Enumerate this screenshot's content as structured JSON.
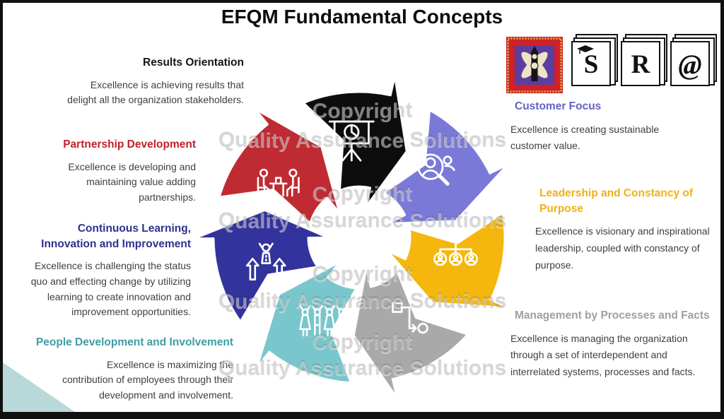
{
  "title": "EFQM Fundamental Concepts",
  "watermark": {
    "copyright": "Copyright",
    "company": "Quality Assurance Solutions"
  },
  "logo": {
    "emblem": "quality-assurance-solutions-emblem",
    "cards": [
      "S",
      "R",
      "@"
    ]
  },
  "concepts_left": [
    {
      "id": "results-orientation",
      "heading": "Results Orientation",
      "color": "#151515",
      "body": "Excellence is achieving results that delight all the organization stakeholders."
    },
    {
      "id": "partnership-development",
      "heading": "Partnership Development",
      "color": "#c0212b",
      "body": "Excellence is developing and maintaining value adding partnerships."
    },
    {
      "id": "continuous-learning",
      "heading": "Continuous Learning, Innovation and Improvement",
      "color": "#2e3192",
      "body": "Excellence is challenging the status quo and effecting change by utilizing learning to create innovation and improvement opportunities."
    },
    {
      "id": "people-development",
      "heading": "People Development and Involvement",
      "color": "#3f9da4",
      "body": "Excellence is maximizing the contribution of employees through their development and involvement."
    }
  ],
  "concepts_right": [
    {
      "id": "customer-focus",
      "heading": "Customer Focus",
      "color": "#6562c4",
      "body": "Excellence is creating sustainable customer value."
    },
    {
      "id": "leadership-constancy",
      "heading": "Leadership and Constancy of Purpose",
      "color": "#f0b214",
      "body": "Excellence is visionary and inspirational leadership, coupled with constancy of purpose."
    },
    {
      "id": "management-processes",
      "heading": "Management by Processes and Facts",
      "color": "#a0a0a0",
      "body": "Excellence is managing the organization through a set of interdependent and interrelated systems, processes and facts."
    }
  ],
  "wheel": {
    "flow": "clockwise",
    "segments": [
      {
        "id": "results-orientation",
        "label": "Results Orientation",
        "color": "#0d0d0d",
        "icon": "presentation-chart-icon"
      },
      {
        "id": "customer-focus",
        "label": "Customer Focus",
        "color": "#7b79d8",
        "icon": "customer-search-icon"
      },
      {
        "id": "leadership-constancy",
        "label": "Leadership and Constancy of Purpose",
        "color": "#f5b70d",
        "icon": "org-chart-icon"
      },
      {
        "id": "management-processes",
        "label": "Management by Processes and Facts",
        "color": "#a9a9a9",
        "icon": "process-flow-icon"
      },
      {
        "id": "people-development",
        "label": "People Development and Involvement",
        "color": "#79c7cd",
        "icon": "people-celebrating-icon"
      },
      {
        "id": "continuous-learning",
        "label": "Continuous Learning, Innovation and Improvement",
        "color": "#32339d",
        "icon": "improvement-icon"
      },
      {
        "id": "partnership-development",
        "label": "Partnership Development",
        "color": "#c02b33",
        "icon": "meeting-icon"
      }
    ]
  }
}
